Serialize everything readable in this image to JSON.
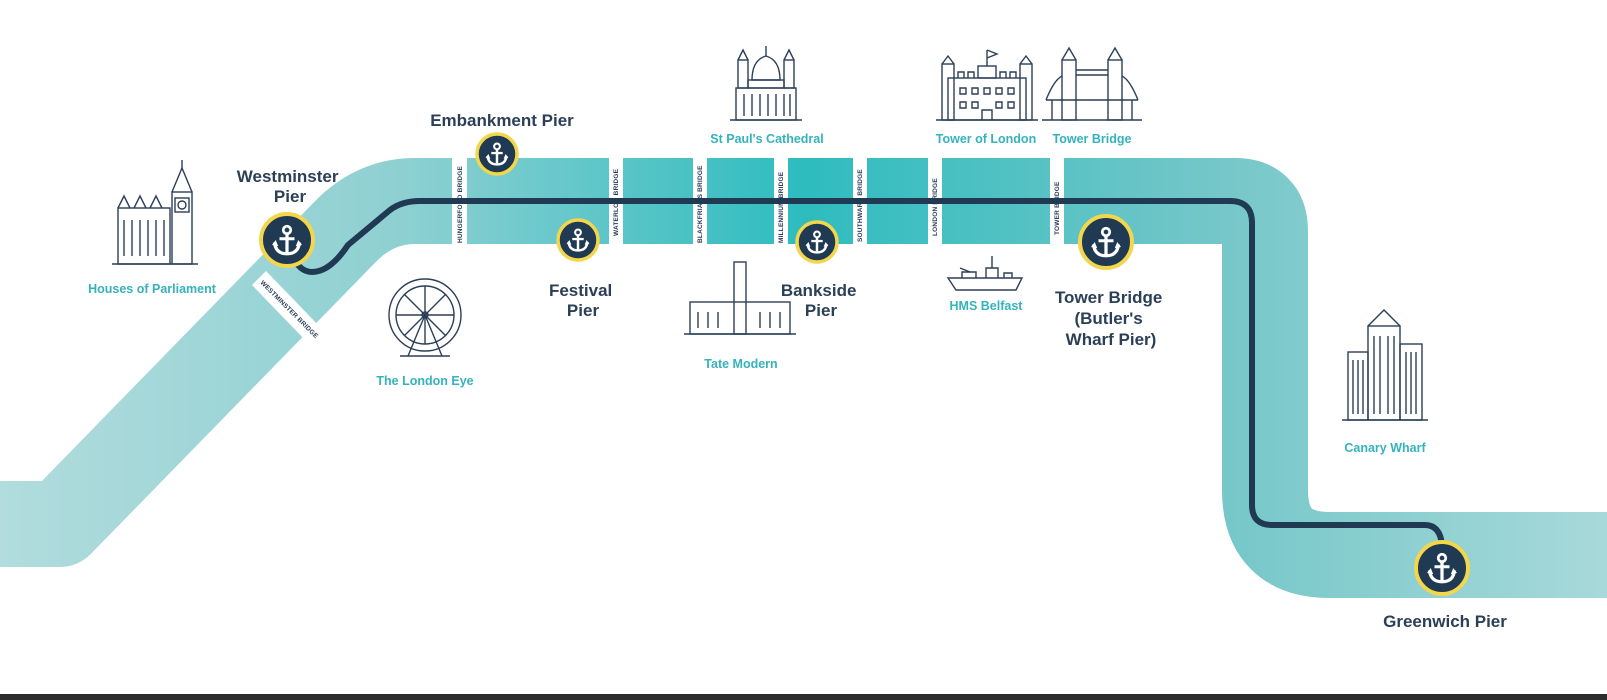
{
  "colors": {
    "river": "#6fc3c5",
    "river_light": "#b2dcdd",
    "route": "#1f3a52",
    "pier_fill": "#1f3a52",
    "pier_ring": "#f2d64b",
    "landmark_text": "#35b3bd",
    "pier_text": "#2b3f57",
    "icon_stroke": "#2b3f57"
  },
  "piers": [
    {
      "id": "westminster",
      "lines": [
        "Westminster",
        "Pier"
      ]
    },
    {
      "id": "embankment",
      "lines": [
        "Embankment Pier"
      ]
    },
    {
      "id": "festival",
      "lines": [
        "Festival",
        "Pier"
      ]
    },
    {
      "id": "bankside",
      "lines": [
        "Bankside",
        "Pier"
      ]
    },
    {
      "id": "tower-bridge",
      "lines": [
        "Tower Bridge",
        "(Butler's",
        "Wharf Pier)"
      ]
    },
    {
      "id": "greenwich",
      "lines": [
        "Greenwich Pier"
      ]
    }
  ],
  "landmarks": [
    {
      "id": "houses-of-parliament",
      "label": "Houses of Parliament",
      "icon": "parliament-icon"
    },
    {
      "id": "london-eye",
      "label": "The London Eye",
      "icon": "ferris-wheel-icon"
    },
    {
      "id": "st-pauls",
      "label": "St Paul's Cathedral",
      "icon": "cathedral-icon"
    },
    {
      "id": "tate-modern",
      "label": "Tate Modern",
      "icon": "gallery-icon"
    },
    {
      "id": "tower-of-london",
      "label": "Tower of London",
      "icon": "castle-icon"
    },
    {
      "id": "hms-belfast",
      "label": "HMS Belfast",
      "icon": "warship-icon"
    },
    {
      "id": "tower-bridge-lm",
      "label": "Tower Bridge",
      "icon": "bridge-icon"
    },
    {
      "id": "canary-wharf",
      "label": "Canary Wharf",
      "icon": "skyscraper-icon"
    }
  ],
  "bridges": [
    {
      "id": "westminster-bridge",
      "label": "WESTMINSTER BRIDGE"
    },
    {
      "id": "hungerford-bridge",
      "label": "HUNGERFORD BRIDGE"
    },
    {
      "id": "waterloo-bridge",
      "label": "WATERLOO BRIDGE"
    },
    {
      "id": "blackfriars-bridge",
      "label": "BLACKFRIARS BRIDGE"
    },
    {
      "id": "millennium-bridge",
      "label": "MILLENNIUM BRIDGE"
    },
    {
      "id": "southwark-bridge",
      "label": "SOUTHWARK BRIDGE"
    },
    {
      "id": "london-bridge",
      "label": "LONDON BRIDGE"
    },
    {
      "id": "tower-bridge",
      "label": "TOWER BRIDGE"
    }
  ]
}
